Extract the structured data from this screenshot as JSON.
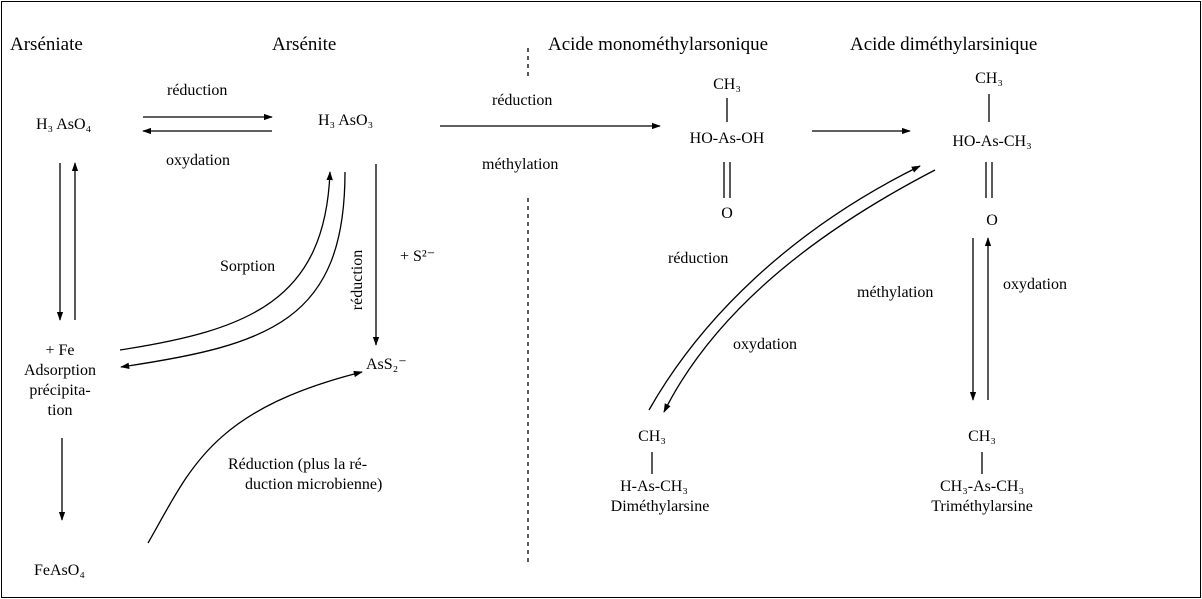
{
  "headers": {
    "arseniate": "Arséniate",
    "arsenite": "Arsénite",
    "mma": "Acide monométhylarsonique",
    "dma": "Acide diméthylarsinique"
  },
  "species": {
    "h3aso4": "H₃ AsO₄",
    "h3aso3": "H₃ AsO₃",
    "fe_lines": [
      "+ Fe",
      "Adsorption",
      "précipita-",
      "tion"
    ],
    "feaso4": "FeAsO₄",
    "as_s2": "AsS₂⁻",
    "sulfide": "+ S²⁻",
    "mma_ch3": "CH₃",
    "mma_core": "HO-As-OH",
    "mma_o": "O",
    "dma_ch3": "CH₃",
    "dma_core": "HO-As-CH₃",
    "dma_o": "O",
    "dimethylarsine_ch3": "CH₃",
    "dimethylarsine_core": "H-As-CH₃",
    "dimethylarsine_name": "Diméthylarsine",
    "trimethylarsine_ch3": "CH₃",
    "trimethylarsine_core": "CH₃-As-CH₃",
    "trimethylarsine_name": "Triméthylarsine"
  },
  "process_labels": {
    "reduction_top": "réduction",
    "oxidation_top": "oxydation",
    "reduction_mid": "réduction",
    "methylation_mid": "méthylation",
    "sorption": "Sorption",
    "reduction_vertical": "réduction",
    "reduction_microbial_l1": "Réduction (plus la ré-",
    "reduction_microbial_l2": "duction microbienne)",
    "reduction_curve": "réduction",
    "oxidation_curve": "oxydation",
    "methylation_right": "méthylation",
    "oxidation_right": "oxydation"
  }
}
